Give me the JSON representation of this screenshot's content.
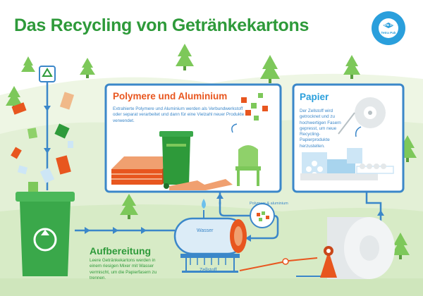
{
  "title": "Das Recycling von Getränkekartons",
  "badge": {
    "brand": "Tetra Pak"
  },
  "polymere": {
    "title": "Polymere und Aluminium",
    "text": "Extrahierte Polymere und Aluminium werden als Verbundwerkstoff oder separat verarbeitet und dann für eine Vielzahl neuer Produkte verwendet."
  },
  "papier": {
    "title": "Papier",
    "text": "Der Zellstoff wird getrocknet und zu hochwertigen Fasern gepresst, um neue Recycling-Papierprodukte herzustellen."
  },
  "aufbereitung": {
    "title": "Aufbereitung",
    "text": "Leere Getränkekartons werden in einem riesigen Mixer mit Wasser vermischt, um die Papierfasern zu trennen."
  },
  "labels": {
    "wasser": "Wasser",
    "zellstoff": "Zellstoff",
    "polymers": "Polymers & aluminium"
  },
  "colors": {
    "green": "#2e9a3a",
    "blue": "#3b87c9",
    "orange": "#e8561f",
    "light_green": "#7dc85a"
  },
  "icons": [
    "recycle-icon",
    "tree-icon",
    "bin-icon",
    "pallet-icon",
    "chair-icon",
    "paper-roll-icon",
    "mixer-tank-icon"
  ]
}
